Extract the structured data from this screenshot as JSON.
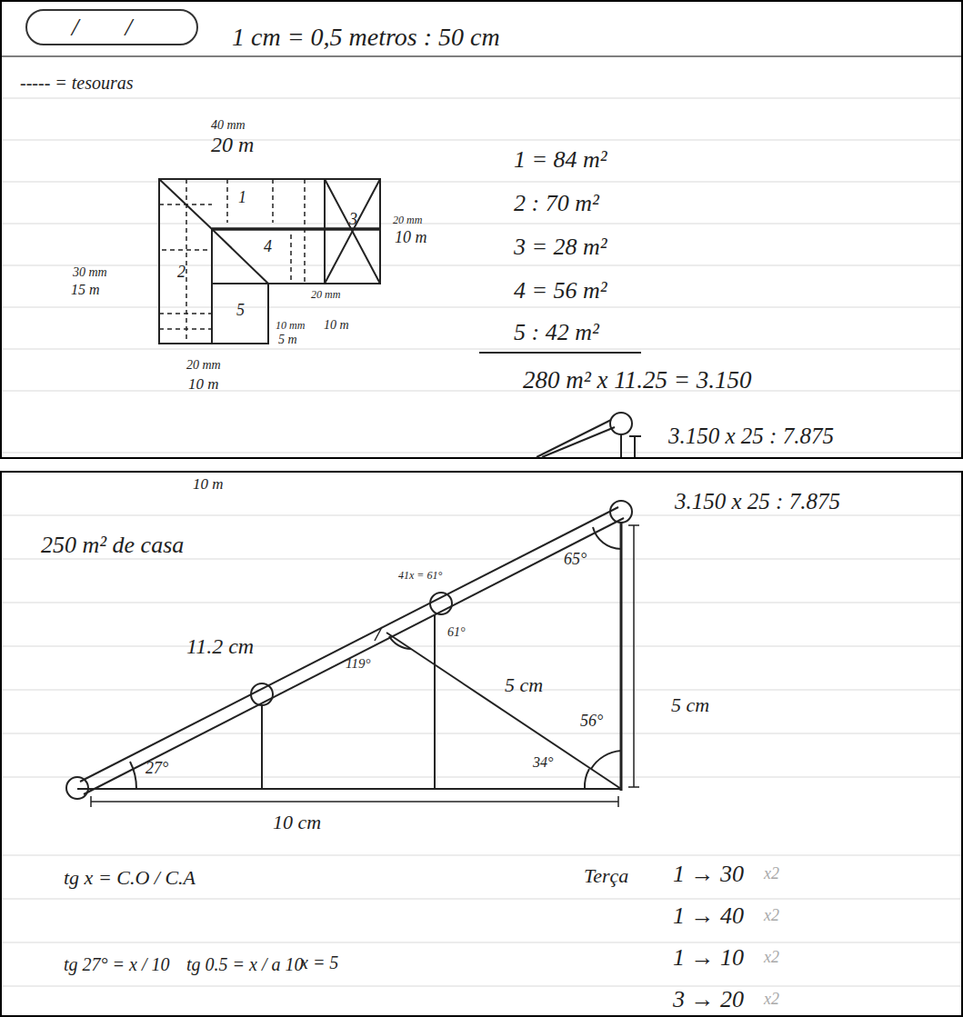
{
  "diagram": {
    "nodes": [
      {
        "text": [
          "/ /"
        ]
      }
    ],
    "labels": [
      "1 cm = 0,5 metros : 50 cm",
      "----- = tesouras",
      "40 mm",
      "20 m",
      "1",
      "2",
      "3",
      "4",
      "5",
      "20 mm",
      "10 m",
      "30 mm",
      "15 m",
      "20 mm",
      "10 mm",
      "5 m",
      "10 m",
      "20 mm",
      "10 m",
      "1 = 84 m²",
      "2 : 70 m²",
      "3 = 28 m²",
      "4 = 56 m²",
      "5 : 42 m²",
      "280 m² x 11.25 = 3.150",
      "3.150 x 25 : 7.875",
      "10 m",
      "3.150 x 25 : 7.875",
      "250 m² de casa",
      "11.2 cm",
      "41x = 61°",
      "65°",
      "61°",
      "119°",
      "5 cm",
      "5 cm",
      "56°",
      "34°",
      "27°",
      "10 cm",
      "tg x = C.O / C.A",
      "Terça",
      "1 → 30",
      "x2",
      "1 → 40",
      "x2",
      "1 → 10",
      "x2",
      "tg 27° = x / 10",
      "tg 0.5 = x / a 10",
      "x = 5",
      "3 → 20",
      "x2"
    ]
  }
}
